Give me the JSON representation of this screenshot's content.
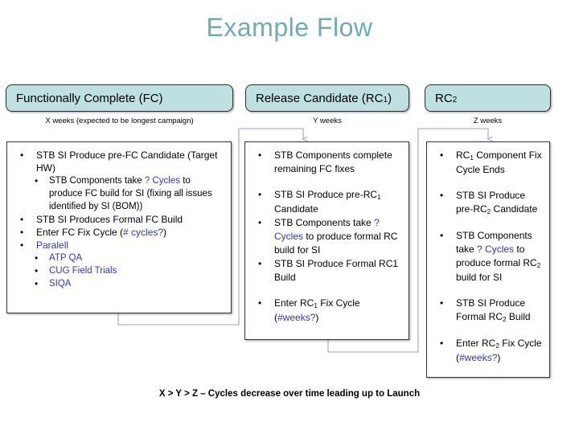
{
  "slide": {
    "title": "Example Flow",
    "footer_note": "X > Y > Z – Cycles decrease over time leading up to Launch",
    "title_color": "#6eadae",
    "header_fill": "#bfe0e0",
    "accent_blue": "#3333cc",
    "connector_color": "#b8b8e0"
  },
  "phases": [
    {
      "header_label": "Functionally Complete (FC)",
      "header_sub": "",
      "duration_label": "X weeks (expected to be longest campaign)"
    },
    {
      "header_label": "Release Candidate (RC",
      "header_sub": "1",
      "header_label_tail": ")",
      "duration_label": "Y weeks"
    },
    {
      "header_label": "RC",
      "header_sub": "2",
      "header_label_tail": "",
      "duration_label": "Z weeks"
    }
  ],
  "boxes": [
    {
      "name": "fc-box",
      "bullets": [
        {
          "level": 1,
          "parts": [
            {
              "text": "STB SI Produce pre-FC Candidate (Target HW)",
              "style": "plain"
            }
          ]
        },
        {
          "level": 2,
          "parts": [
            {
              "text": "STB Components take ",
              "style": "plain"
            },
            {
              "text": "? Cycles",
              "style": "blue"
            },
            {
              "text": " to produce FC build for SI (fixing all issues identified by SI (BOM))",
              "style": "plain"
            }
          ]
        },
        {
          "level": 1,
          "parts": [
            {
              "text": "STB SI Produces Formal FC Build",
              "style": "plain"
            }
          ]
        },
        {
          "level": 1,
          "parts": [
            {
              "text": "Enter FC Fix Cycle (",
              "style": "plain"
            },
            {
              "text": "# cycles?",
              "style": "blue"
            },
            {
              "text": ")",
              "style": "plain"
            }
          ]
        },
        {
          "level": 1,
          "parts": [
            {
              "text": "Paralell",
              "style": "blue"
            }
          ]
        },
        {
          "level": 2,
          "parts": [
            {
              "text": "ATP QA",
              "style": "blue"
            }
          ]
        },
        {
          "level": 2,
          "parts": [
            {
              "text": "CUG Field Trials",
              "style": "blue"
            }
          ]
        },
        {
          "level": 2,
          "parts": [
            {
              "text": "SIQA",
              "style": "blue"
            }
          ]
        }
      ]
    },
    {
      "name": "rc1-box",
      "bullets": [
        {
          "level": 1,
          "parts": [
            {
              "text": "STB Components complete remaining FC fixes",
              "style": "plain"
            }
          ]
        },
        {
          "level": 0,
          "spacer": true
        },
        {
          "level": 1,
          "parts": [
            {
              "text": "STB SI Produce pre-RC",
              "style": "plain"
            },
            {
              "text": "1",
              "style": "sub"
            },
            {
              "text": " Candidate",
              "style": "plain"
            }
          ]
        },
        {
          "level": 1,
          "parts": [
            {
              "text": "STB Components take ",
              "style": "plain"
            },
            {
              "text": "? Cycles",
              "style": "blue"
            },
            {
              "text": " to produce formal RC build for SI",
              "style": "plain"
            }
          ]
        },
        {
          "level": 1,
          "parts": [
            {
              "text": "STB SI Produce Formal RC1 Build",
              "style": "plain"
            }
          ]
        },
        {
          "level": 0,
          "spacer": true
        },
        {
          "level": 1,
          "parts": [
            {
              "text": "Enter RC",
              "style": "plain"
            },
            {
              "text": "1",
              "style": "sub"
            },
            {
              "text": " Fix Cycle (",
              "style": "plain"
            },
            {
              "text": "#weeks?",
              "style": "blue"
            },
            {
              "text": ")",
              "style": "plain"
            }
          ]
        }
      ]
    },
    {
      "name": "rc2-box",
      "bullets": [
        {
          "level": 1,
          "parts": [
            {
              "text": "RC",
              "style": "plain"
            },
            {
              "text": "1",
              "style": "sub"
            },
            {
              "text": " Component Fix Cycle Ends",
              "style": "plain"
            }
          ]
        },
        {
          "level": 0,
          "spacer": true
        },
        {
          "level": 1,
          "parts": [
            {
              "text": "STB SI Produce pre-RC",
              "style": "plain"
            },
            {
              "text": "2",
              "style": "sub"
            },
            {
              "text": " Candidate",
              "style": "plain"
            }
          ]
        },
        {
          "level": 0,
          "spacer": true
        },
        {
          "level": 1,
          "parts": [
            {
              "text": "STB Components take ",
              "style": "plain"
            },
            {
              "text": "? Cycles",
              "style": "blue"
            },
            {
              "text": " to produce formal RC",
              "style": "plain"
            },
            {
              "text": "2",
              "style": "sub"
            },
            {
              "text": " build for SI",
              "style": "plain"
            }
          ]
        },
        {
          "level": 0,
          "spacer": true
        },
        {
          "level": 1,
          "parts": [
            {
              "text": "STB SI Produce Formal RC",
              "style": "plain"
            },
            {
              "text": "2",
              "style": "sub"
            },
            {
              "text": " Build",
              "style": "plain"
            }
          ]
        },
        {
          "level": 0,
          "spacer": true
        },
        {
          "level": 1,
          "parts": [
            {
              "text": "Enter RC",
              "style": "plain"
            },
            {
              "text": "2",
              "style": "sub"
            },
            {
              "text": " Fix Cycle (",
              "style": "plain"
            },
            {
              "text": "#weeks?",
              "style": "blue"
            },
            {
              "text": ")",
              "style": "plain"
            }
          ]
        }
      ]
    }
  ],
  "bullet_glyph": "•"
}
